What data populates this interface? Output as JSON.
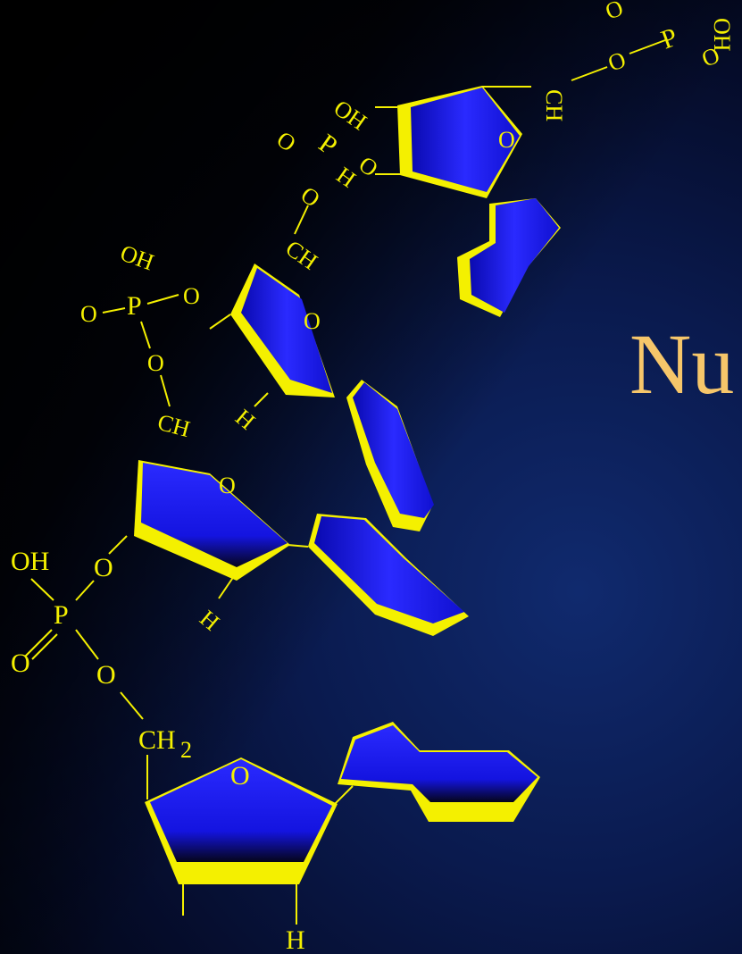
{
  "title": "Nu",
  "colors": {
    "background": "#000000",
    "ring_fill": "#1a1aff",
    "ring_edge": "#f4f000",
    "label": "#f4f000",
    "title": "#f6c66a"
  },
  "labels": {
    "oh": "OH",
    "p": "P",
    "o": "O",
    "h": "H",
    "ch": "CH",
    "sub2": "2"
  }
}
